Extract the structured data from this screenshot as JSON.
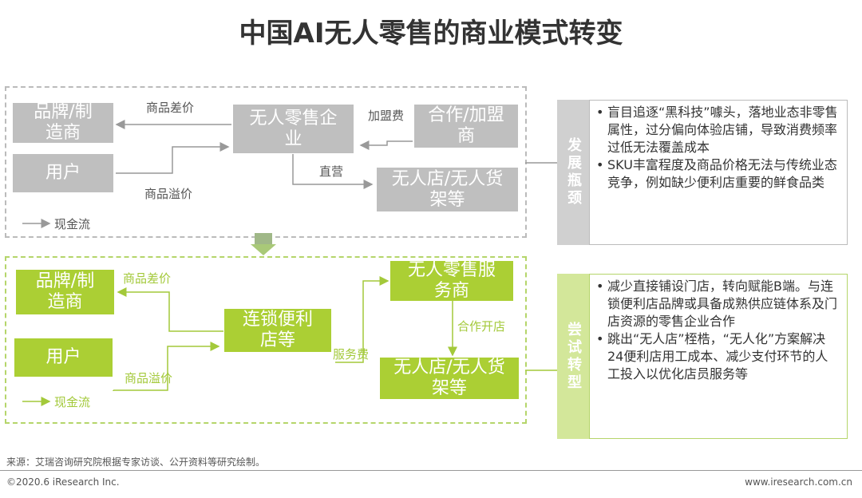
{
  "title": "中国AI无人零售的商业模式转变",
  "top": {
    "brand": "品牌/制\n造商",
    "user": "用户",
    "enterprise": "无人零售企\n业",
    "partner": "合作/加盟\n商",
    "store": "无人店/无人货\n架等",
    "diff": "商品差价",
    "premium": "商品溢价",
    "fee": "加盟费",
    "direct": "直营",
    "legend": "现金流"
  },
  "bottom": {
    "brand": "品牌/制\n造商",
    "user": "用户",
    "chain": "连锁便利\n店等",
    "provider": "无人零售服\n务商",
    "store": "无人店/无人货\n架等",
    "diff": "商品差价",
    "premium": "商品溢价",
    "fee": "服务费",
    "coop": "合作开店",
    "legend": "现金流"
  },
  "panel1": {
    "label": "发展瓶颈",
    "items": [
      "盲目追逐“黑科技”噱头，落地业态非零售属性，过分偏向体验店铺，导致消费频率过低无法覆盖成本",
      "SKU丰富程度及商品价格无法与传统业态竞争，例如缺少便利店重要的鲜食品类"
    ]
  },
  "panel2": {
    "label": "尝试转型",
    "items": [
      "减少直接铺设门店，转向赋能B端。与连锁便利店品牌或具备成熟供应链体系及门店资源的零售企业合作",
      "跳出“无人店”桎梏，“无人化”方案解决24便利店用工成本、减少支付环节的人工投入以优化店员服务等"
    ]
  },
  "footer": {
    "source": "来源：艾瑞咨询研究院根据专家访谈、公开资料等研究绘制。",
    "copyright": "©2020.6 iResearch Inc.",
    "site": "www.iresearch.com.cn"
  },
  "colors": {
    "gray": "#bfbfbf",
    "green": "#abcf34"
  }
}
